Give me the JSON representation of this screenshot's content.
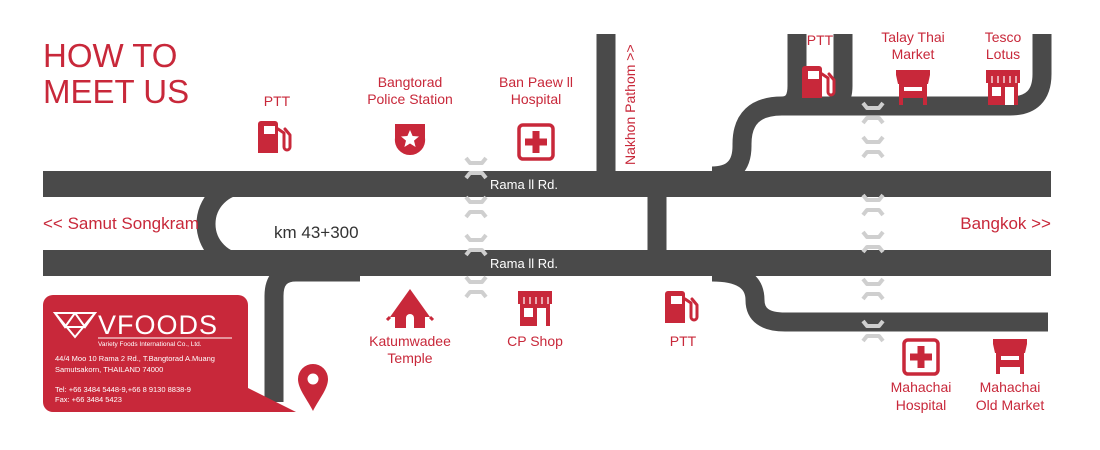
{
  "title": {
    "line1": "HOW TO",
    "line2": "MEET US"
  },
  "roads": {
    "rama_top": "Rama ll Rd.",
    "rama_bottom": "Rama ll Rd.",
    "km_marker": "km 43+300",
    "nakhon_pathom": "Nakhon Pathom >>",
    "samut_songkram": "<< Samut Songkram",
    "bangkok": "Bangkok >>"
  },
  "landmarks": {
    "ptt_top_left": "PTT",
    "police_line1": "Bangtorad",
    "police_line2": "Police Station",
    "banpaew_line1": "Ban Paew ll",
    "banpaew_line2": "Hospital",
    "ptt_top_right": "PTT",
    "talay_line1": "Talay Thai",
    "talay_line2": "Market",
    "tesco_line1": "Tesco",
    "tesco_line2": "Lotus",
    "temple_line1": "Katumwadee",
    "temple_line2": "Temple",
    "cpshop": "CP Shop",
    "ptt_bottom": "PTT",
    "mahachai_hosp_line1": "Mahachai",
    "mahachai_hosp_line2": "Hospital",
    "mahachai_market_line1": "Mahachai",
    "mahachai_market_line2": "Old Market"
  },
  "company": {
    "brand": "VFOODS",
    "subtitle": "Variety Foods International Co., Ltd.",
    "address1": "44/4 Moo 10 Rama 2 Rd., T.Bangtorad A.Muang",
    "address2": "Samutsakorn, THAILAND 74000",
    "tel": "Tel: +66 3484 5448-9,+66 8 9130 8838-9",
    "fax": "Fax: +66 3484 5423"
  },
  "colors": {
    "accent": "#c8283a",
    "road": "#4a4a4a",
    "divider": "#c4c4c4"
  },
  "icons": [
    "gas-station-icon",
    "police-badge-icon",
    "hospital-cross-icon",
    "market-stall-icon",
    "store-icon",
    "temple-icon",
    "location-pin-icon"
  ]
}
